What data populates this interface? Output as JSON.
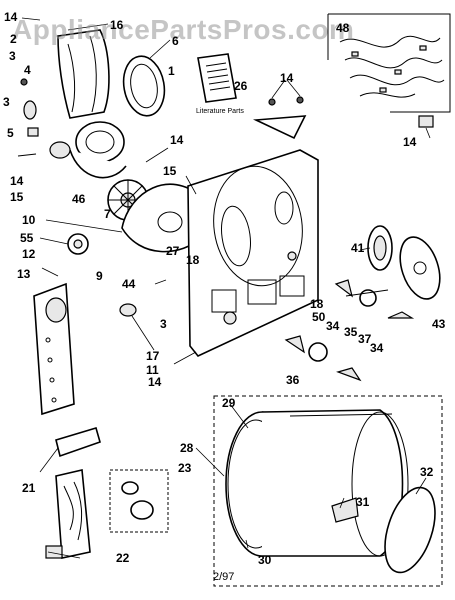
{
  "watermark": "AppliancePartsPros.com",
  "footer_code": "2/97",
  "literature_label": "Literature Parts",
  "callouts": {
    "c14_top": "14",
    "c16": "16",
    "c2": "2",
    "c6": "6",
    "c3_top": "3",
    "c4": "4",
    "c3_mid": "3",
    "c5": "5",
    "c14_left": "14",
    "c15_left": "15",
    "c46": "46",
    "c1": "1",
    "c26": "26",
    "c14_bracket": "14",
    "c48": "48",
    "c14_right": "14",
    "c14_center": "14",
    "c15_center": "15",
    "c7": "7",
    "c10": "10",
    "c55": "55",
    "c27": "27",
    "c18_upper": "18",
    "c12": "12",
    "c9": "9",
    "c13": "13",
    "c44": "44",
    "c3_low": "3",
    "c41": "41",
    "c43": "43",
    "c18_lower": "18",
    "c50": "50",
    "c34_a": "34",
    "c35": "35",
    "c37": "37",
    "c34_b": "34",
    "c17": "17",
    "c11": "11",
    "c14_low": "14",
    "c36": "36",
    "c29": "29",
    "c28": "28",
    "c23": "23",
    "c21": "21",
    "c31": "31",
    "c32": "32",
    "c30": "30",
    "c22": "22"
  }
}
